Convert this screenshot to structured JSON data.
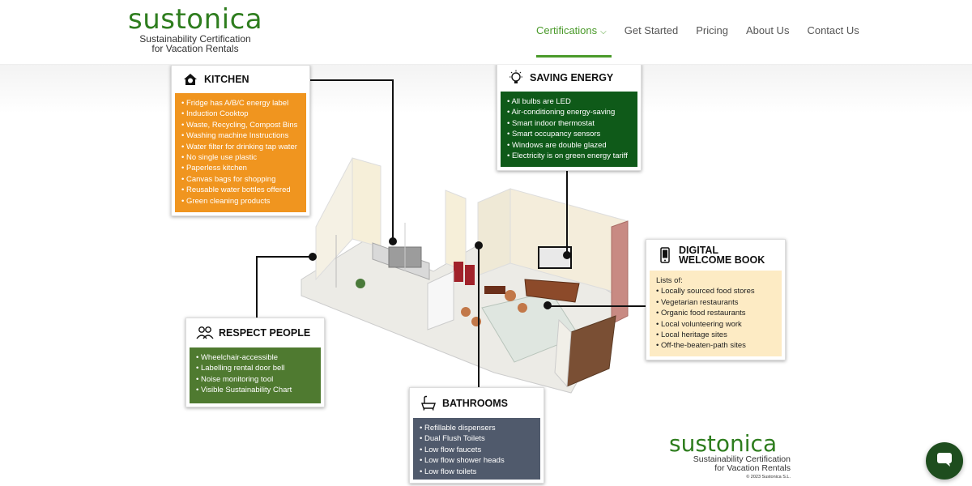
{
  "logo": {
    "word": "sustonica",
    "tagline_1": "Sustainability Certification",
    "tagline_2": "for Vacation Rentals"
  },
  "nav": {
    "items": [
      "Certifications",
      "Get Started",
      "Pricing",
      "About Us",
      "Contact Us"
    ],
    "active": "Certifications"
  },
  "cards": {
    "kitchen": {
      "title": "KITCHEN",
      "color": "#f0951f",
      "items": [
        "Fridge has A/B/C energy label",
        "Induction Cooktop",
        "Waste, Recycling, Compost Bins",
        "Washing machine Instructions",
        "Water filter for drinking tap water",
        "No single use plastic",
        "Paperless kitchen",
        "Canvas bags for shopping",
        "Reusable water bottles offered",
        "Green cleaning products"
      ]
    },
    "energy": {
      "title": "SAVING ENERGY",
      "color": "#0f5a19",
      "items": [
        "All bulbs are LED",
        "Air-conditioning energy-saving",
        "Smart indoor thermostat",
        "Smart occupancy sensors",
        "Windows are double glazed",
        "Electricity is on green energy tariff"
      ]
    },
    "welcome": {
      "title_1": "DIGITAL",
      "title_2": "WELCOME BOOK",
      "color": "#fdebc4",
      "intro": "Lists of:",
      "items": [
        "Locally sourced food stores",
        "Vegetarian restaurants",
        "Organic food restaurants",
        "Local volunteering work",
        "Local heritage sites",
        "Off-the-beaten-path sites"
      ]
    },
    "people": {
      "title": "RESPECT PEOPLE",
      "color": "#4f7a30",
      "items": [
        "Wheelchair-accessible",
        "Labelling rental door bell",
        "Noise monitoring tool",
        "Visible Sustainability Chart"
      ]
    },
    "bathrooms": {
      "title": "BATHROOMS",
      "color": "#505a6c",
      "items": [
        "Refillable dispensers",
        "Dual Flush Toilets",
        "Low flow faucets",
        "Low flow shower heads",
        "Low flow toilets"
      ]
    }
  },
  "footer": {
    "word": "sustonica",
    "tagline_1": "Sustainability Certification",
    "tagline_2": "for Vacation Rentals",
    "copyright": "© 2023 Sustonica S.L."
  },
  "chat": {
    "icon": "chat-bubble-icon"
  },
  "icons": [
    "house-icon",
    "lightbulb-icon",
    "tablet-icon",
    "people-icon",
    "bathtub-icon"
  ]
}
